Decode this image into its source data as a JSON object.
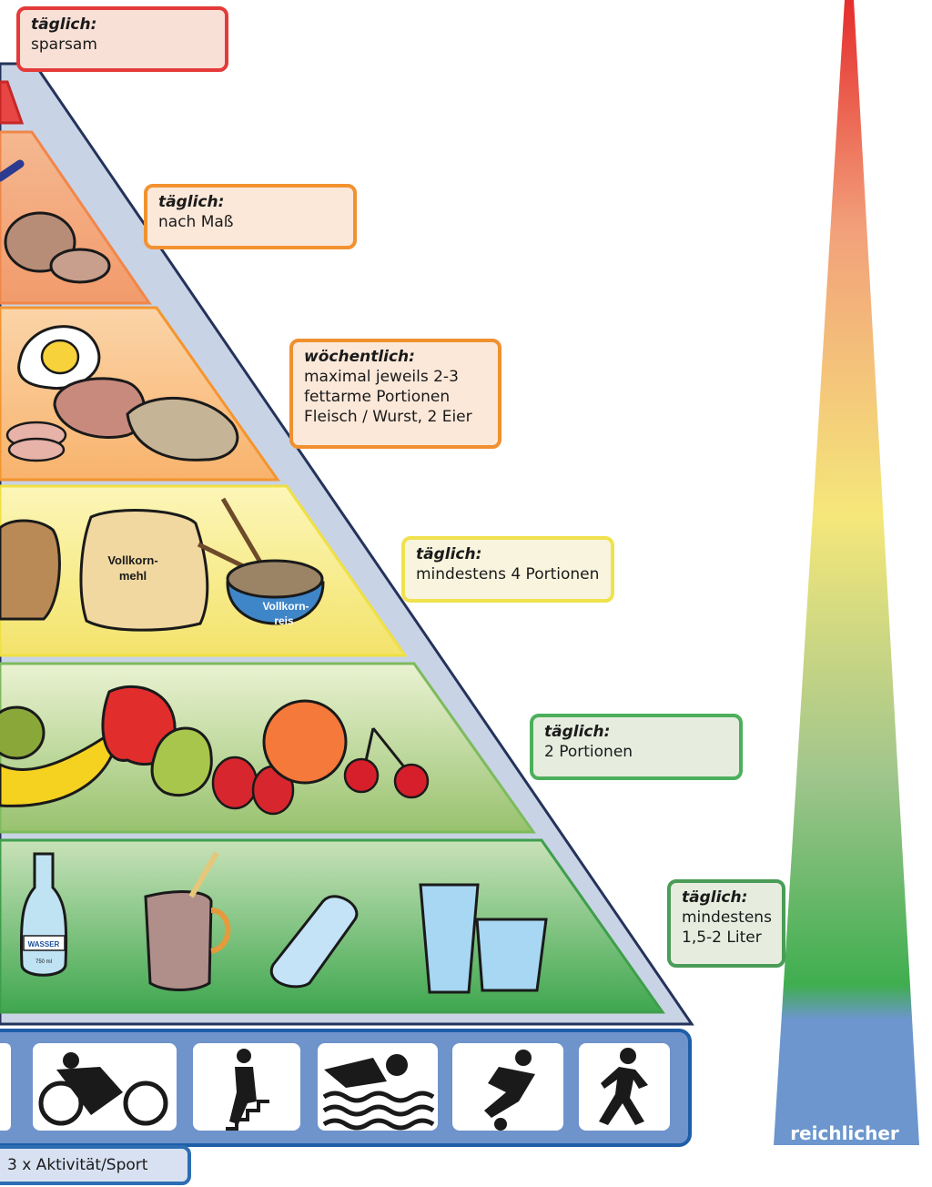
{
  "boxes": {
    "sweets": {
      "title": "täglich:",
      "body": "sparsam"
    },
    "fats": {
      "title": "täglich:",
      "body": "nach Maß"
    },
    "protein": {
      "title": "wöchentlich:",
      "body": "maximal jeweils 2-3\nfettarme Portionen\nFleisch / Wurst, 2 Eier"
    },
    "grains": {
      "title": "täglich:",
      "body": "mindestens 4 Portionen"
    },
    "fruits": {
      "title": "täglich:",
      "body": "2 Portionen"
    },
    "drinks": {
      "title": "täglich:",
      "body": "mindestens\n1,5-2 Liter"
    }
  },
  "pyramid_labels": {
    "flour_bag": "Vollkorn-\nmehl",
    "rice_bowl": "Vollkorn-\nreis",
    "bottle": "WASSER",
    "bottle_volume": "750 ml"
  },
  "activity": {
    "label": "3 x Aktivität/Sport"
  },
  "scale": {
    "label": "reichlicher"
  },
  "colors": {
    "red": "#e53a3a",
    "orange": "#f2922f",
    "yellow": "#f0e24c",
    "light_green": "#a6c97a",
    "green": "#4caf5c",
    "blue": "#6e93c9"
  }
}
